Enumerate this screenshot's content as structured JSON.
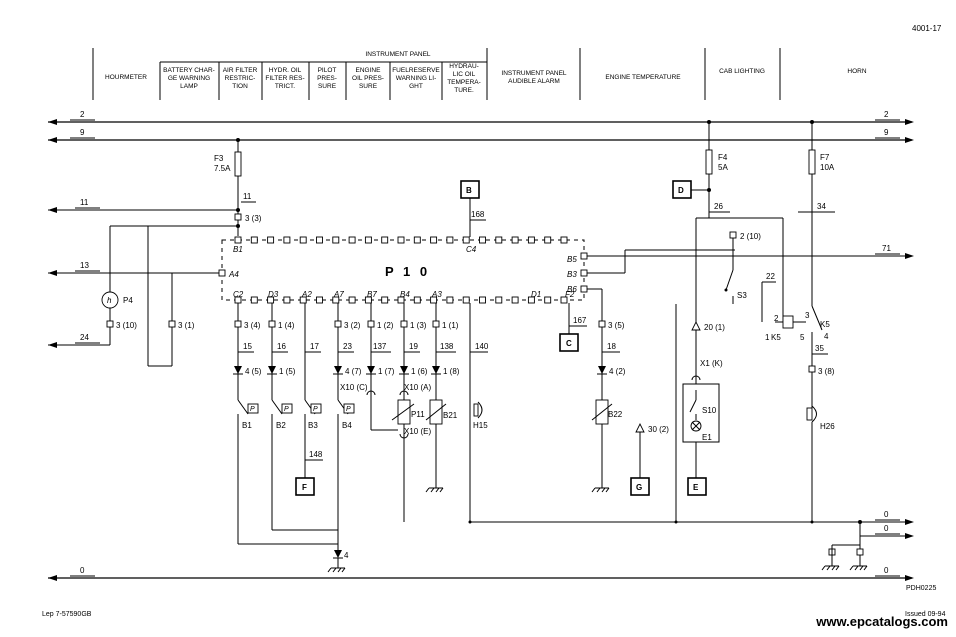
{
  "page": {
    "number": "4001-17",
    "drawing_code": "PDH0225",
    "footer_left": "Lep 7-57590GB",
    "footer_right": "Issued 09-94",
    "watermark": "www.epcatalogs.com"
  },
  "header": {
    "group_title": "INSTRUMENT PANEL",
    "columns": [
      {
        "l1": "HOURMETER",
        "l2": "",
        "l3": ""
      },
      {
        "l1": "BATTERY CHAR-",
        "l2": "GE WARNING",
        "l3": "LAMP"
      },
      {
        "l1": "AIR FILTER",
        "l2": "RESTRIC-",
        "l3": "TION"
      },
      {
        "l1": "HYDR. OIL",
        "l2": "FILTER RES-",
        "l3": "TRICT."
      },
      {
        "l1": "PILOT",
        "l2": "PRES-",
        "l3": "SURE"
      },
      {
        "l1": "ENGINE",
        "l2": "OIL PRES-",
        "l3": "SURE"
      },
      {
        "l1": "FUELRESERVE",
        "l2": "WARNING LI-",
        "l3": "GHT"
      },
      {
        "l1": "HYDRAU-",
        "l2": "LIC OIL",
        "l3": "TEMPERA-",
        "l4": "TURE."
      },
      {
        "l1": "INSTRUMENT PANEL",
        "l2": "AUDIBLE ALARM",
        "l3": ""
      },
      {
        "l1": "ENGINE TEMPERATURE",
        "l2": "",
        "l3": ""
      },
      {
        "l1": "CAB LIGHTING",
        "l2": "",
        "l3": ""
      },
      {
        "l1": "HORN",
        "l2": "",
        "l3": ""
      }
    ]
  },
  "rails": {
    "r2": "2",
    "r9": "9",
    "r11": "11",
    "r13": "13",
    "r24": "24",
    "r71": "71",
    "r0": "0"
  },
  "module": {
    "name": "P 1 0",
    "pins": {
      "b1": "B1",
      "a4": "A4",
      "c4": "C4",
      "c2": "C2",
      "d3": "D3",
      "a2": "A2",
      "a7": "A7",
      "b7": "B7",
      "b4": "B4",
      "a3": "A3",
      "d1": "D1",
      "f2": "F2",
      "b5": "B5",
      "b3": "B3",
      "b6": "B6"
    }
  },
  "fuses": {
    "f3": "F3",
    "f3v": "7.5A",
    "f4": "F4",
    "f4v": "5A",
    "f7": "F7",
    "f7v": "10A"
  },
  "refs": {
    "b": "B",
    "c": "C",
    "d": "D",
    "e": "E",
    "f": "F",
    "g": "G"
  },
  "wires": {
    "w11": "11",
    "w168": "168",
    "w26": "26",
    "w34": "34",
    "w22": "22",
    "w15": "15",
    "w16": "16",
    "w17": "17",
    "w23": "23",
    "w137": "137",
    "w19": "19",
    "w138": "138",
    "w140": "140",
    "w167": "167",
    "w18": "18",
    "w148": "148",
    "w35": "35"
  },
  "connectors": {
    "c33": "3 (3)",
    "c310": "3 (10)",
    "c31": "3 (1)",
    "c34": "3 (4)",
    "c14": "1 (4)",
    "c32": "3 (2)",
    "c12": "1 (2)",
    "c13": "1 (3)",
    "c11": "1 (1)",
    "c35": "3 (5)",
    "c210": "2 (10)",
    "c201": "20 (1)",
    "c38": "3 (8)",
    "d45": "4 (5)",
    "d15": "1 (5)",
    "d47": "4 (7)",
    "d17": "1 (7)",
    "d16": "1 (6)",
    "d18": "1 (8)",
    "d42": "4 (2)",
    "t302": "30 (2)",
    "g4": "4",
    "x10c": "X10 (C)",
    "x10a": "X10 (A)",
    "x10e": "X10 (E)",
    "x1k": "X1 (K)"
  },
  "components": {
    "p4": "P4",
    "h": "h",
    "p": "P",
    "b1": "B1",
    "b2": "B2",
    "b3": "B3",
    "b4": "B4",
    "p11": "P11",
    "b21": "B21",
    "h15": "H15",
    "b22": "B22",
    "s3": "S3",
    "s10": "S10",
    "e1": "E1",
    "k5": "K5",
    "h26": "H26",
    "k5_2": "2",
    "k5_1": "1",
    "k5_3": "3",
    "k5_5": "5",
    "k5_4": "4"
  }
}
